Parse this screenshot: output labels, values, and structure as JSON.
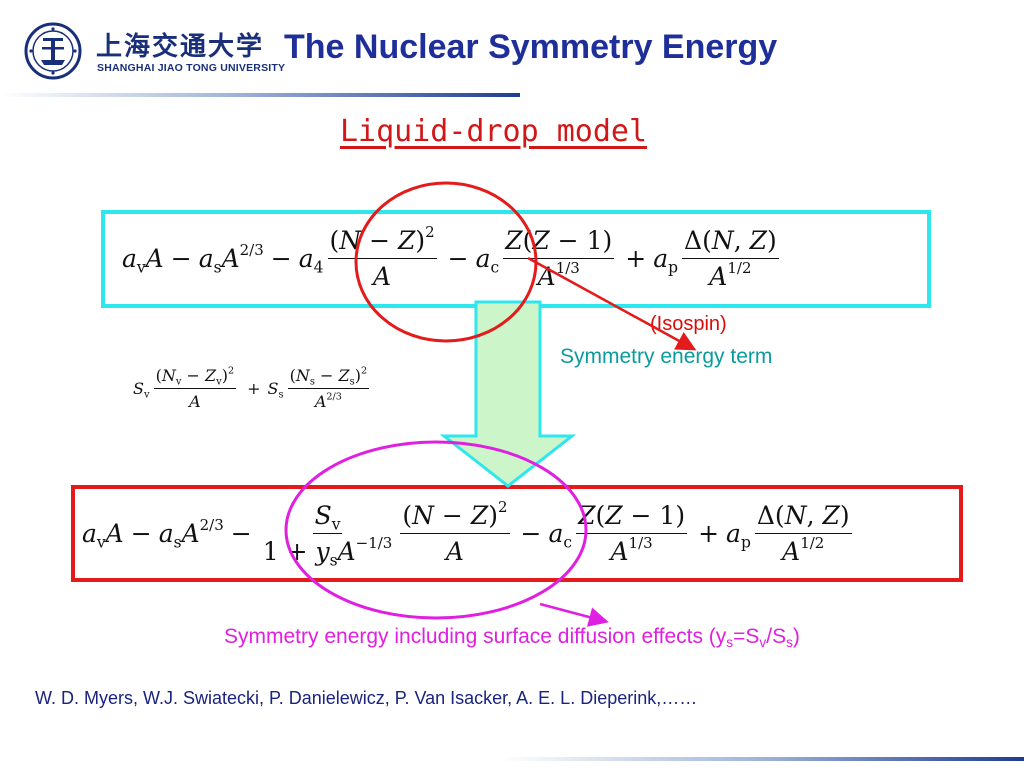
{
  "header": {
    "logo_cn": "上海交通大学",
    "logo_en": "SHANGHAI JIAO TONG UNIVERSITY",
    "title": "The Nuclear Symmetry Energy"
  },
  "subtitle": "Liquid-drop model",
  "labels": {
    "isospin": "(Isospin)",
    "symmetry_term": "Symmetry energy term",
    "surface_text": "Symmetry energy including surface diffusion effects (y",
    "surface_sub1": "s",
    "surface_eq": "=S",
    "surface_sub2": "v",
    "surface_slash": "/S",
    "surface_sub3": "s",
    "surface_close": ")"
  },
  "authors": "W. D. Myers, W.J. Swiatecki, P. Danielewicz, P. Van Isacker, A. E. L. Dieperink,……",
  "colors": {
    "title_blue": "#1f2f9a",
    "subtitle_red": "#d01818",
    "top_box_cyan": "#2ee6ee",
    "bottom_box_red": "#e31b1b",
    "circle_red": "#e31b1b",
    "circle_magenta": "#e020e0",
    "arrow_green": "#ccf5c9",
    "isospin_red": "#dd0a0a",
    "term_teal": "#0a9c9c"
  }
}
